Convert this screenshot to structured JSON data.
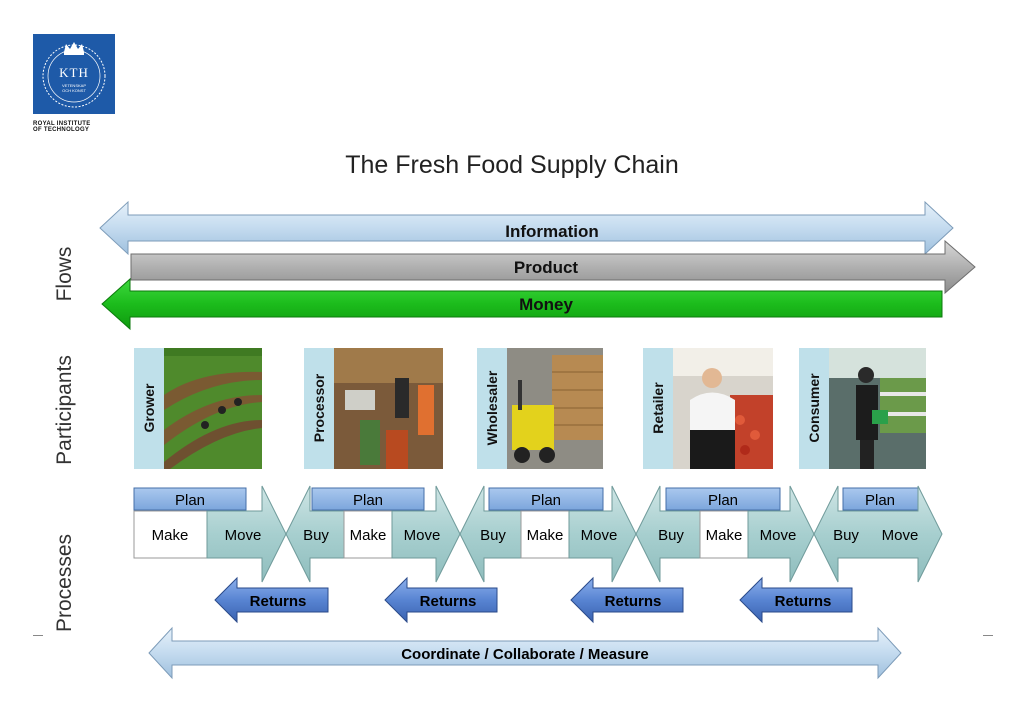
{
  "logo": {
    "mark": "KTH",
    "motto_line1": "VETENSKAP",
    "motto_line2": "OCH KONST",
    "caption_line1": "ROYAL INSTITUTE",
    "caption_line2": "OF TECHNOLOGY"
  },
  "title": "The Fresh Food Supply Chain",
  "side_labels": {
    "flows": "Flows",
    "participants": "Participants",
    "processes": "Processes"
  },
  "flows": {
    "information": "Information",
    "product": "Product",
    "money": "Money"
  },
  "participants": [
    "Grower",
    "Processor",
    "Wholesaler",
    "Retailer",
    "Consumer"
  ],
  "processes": {
    "plan": "Plan",
    "make": "Make",
    "move": "Move",
    "buy": "Buy",
    "returns": "Returns"
  },
  "footer_arrow": "Coordinate / Collaborate / Measure",
  "colors": {
    "logo_blue": "#1e5aa8",
    "light_blue": "#c9def0",
    "gray": "#a8a8a8",
    "green": "#1fbf1f",
    "plan_blue": "#86aee0",
    "teal": "#a7cfcf",
    "returns_blue": "#4c78c8"
  }
}
